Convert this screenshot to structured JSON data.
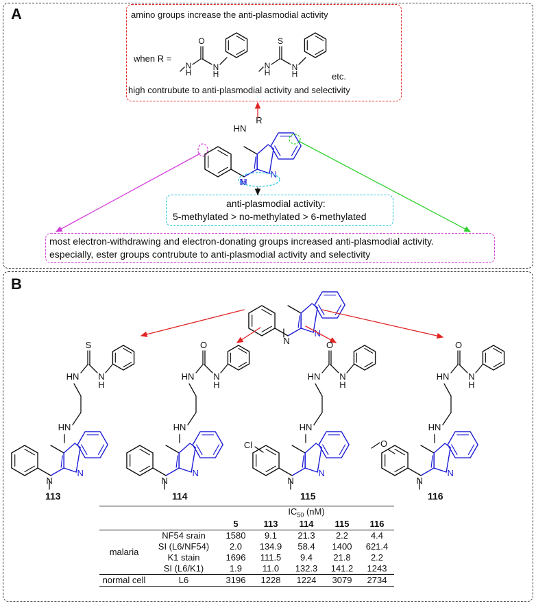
{
  "panel_a": {
    "label": "A",
    "amino_note": "amino groups increase the anti-plasmodial activity",
    "when_r": "when R =",
    "etc": "etc.",
    "contribute_note": "high contrubute to anti-plasmodial activity and selectivity",
    "core_hn_r": "HN",
    "core_r": "R",
    "core_nh": "H",
    "core_n": "N",
    "methyl_note_title": "anti-plasmodial activity:",
    "methyl_note_body": "5-methylated > no-methylated > 6-methylated",
    "substituent_note_line1": "most electron-withdrawing and electron-donating groups increased anti-plasmodial activity.",
    "substituent_note_line2": "especially, ester groups contrubute to anti-plasmodial activity and selectivity",
    "colors": {
      "red": "#e02424",
      "cyan": "#19c3d6",
      "magenta": "#d43bd9",
      "green": "#2fd12f",
      "blue": "#1b1bd6"
    }
  },
  "panel_b": {
    "label": "B",
    "compounds": [
      {
        "id": "113",
        "substituent": ""
      },
      {
        "id": "114",
        "substituent": ""
      },
      {
        "id": "115",
        "substituent": "Cl"
      },
      {
        "id": "116",
        "substituent": "O"
      }
    ],
    "atoms": {
      "o": "O",
      "s": "S",
      "h": "H",
      "n": "N",
      "hn": "HN"
    },
    "table": {
      "ic50_header": "IC50 (nM)",
      "columns": [
        "5",
        "113",
        "114",
        "115",
        "116"
      ],
      "group_malaria": "malaria",
      "group_normal": "normal cell",
      "rows": [
        {
          "label": "NF54 srain",
          "values": [
            "1580",
            "9.1",
            "21.3",
            "2.2",
            "4.4"
          ]
        },
        {
          "label": "SI (L6/NF54)",
          "values": [
            "2.0",
            "134.9",
            "58.4",
            "1400",
            "621.4"
          ]
        },
        {
          "label": "K1 stain",
          "values": [
            "1696",
            "111.5",
            "9.4",
            "21.8",
            "2.2"
          ]
        },
        {
          "label": "SI (L6/K1)",
          "values": [
            "1.9",
            "11.0",
            "132.3",
            "141.2",
            "1243"
          ]
        },
        {
          "label": "L6",
          "values": [
            "3196",
            "1228",
            "1224",
            "3079",
            "2734"
          ]
        }
      ]
    }
  }
}
